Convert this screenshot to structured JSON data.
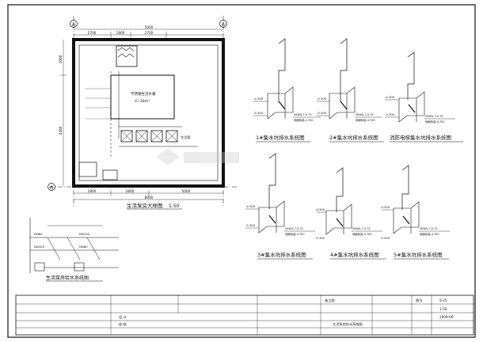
{
  "plan": {
    "title": "生活泵房大样图",
    "scale": "1:50",
    "axis_left": "A",
    "axis_right": "A",
    "axis_bottom": "A",
    "dims_top": [
      "2700",
      "1800",
      "2700",
      "5000"
    ],
    "dims_bottom": [
      "2800",
      "2800",
      "5000",
      "8000"
    ],
    "dims_left": [
      "2000",
      "4400"
    ],
    "tank_label": "不锈钢生活水箱",
    "tank_volume": "V=30m³",
    "room_label": "生活泵"
  },
  "supply": {
    "title": "生活泵房给水系统图",
    "notes": [
      "DN80",
      "DN100",
      "DN100",
      "DN80"
    ]
  },
  "systems": [
    {
      "title": "1#集水坑排水系统图",
      "levels": [
        "-4.300",
        "-5.300"
      ],
      "pump_note": "50WQ-7-0.75",
      "height_note": "地面标高-4.700"
    },
    {
      "title": "2#集水坑排水系统图",
      "levels": [
        "-4.300",
        "-5.300"
      ],
      "pump_note": "50WQ-7-0.75",
      "height_note": "地面标高-4.700"
    },
    {
      "title": "消防电梯集水坑排水系统图",
      "levels": [
        "-4.300",
        "-5.300"
      ],
      "pump_note": "50WQ-7-0.75",
      "height_note": "地面标高-4.700"
    },
    {
      "title": "3#集水坑排水系统图",
      "levels": [
        "-4.300",
        "-5.300"
      ],
      "pump_note": "50WQ-7-0.75",
      "height_note": "地面标高-4.700"
    },
    {
      "title": "4#集水坑排水系统图",
      "levels": [
        "-4.300",
        "-5.300"
      ],
      "pump_note": "50WQ-7-0.75",
      "height_note": "地面标高-4.700"
    },
    {
      "title": "5#集水坑排水系统图",
      "levels": [
        "-4.300",
        "-5.300"
      ],
      "pump_note": "50WQ-7-0.75",
      "height_note": "地面标高-4.700"
    }
  ],
  "title_block": {
    "design": "设 计",
    "check": "校 核",
    "drawing_no_label": "图号",
    "drawing_no": "S-25",
    "scale": "1:50",
    "date": "2009-06",
    "drawing_name": "生活泵房给水系统图",
    "stage": "施工图"
  },
  "colors": {
    "ink": "#111111",
    "watermark": "#c8c8c8"
  }
}
